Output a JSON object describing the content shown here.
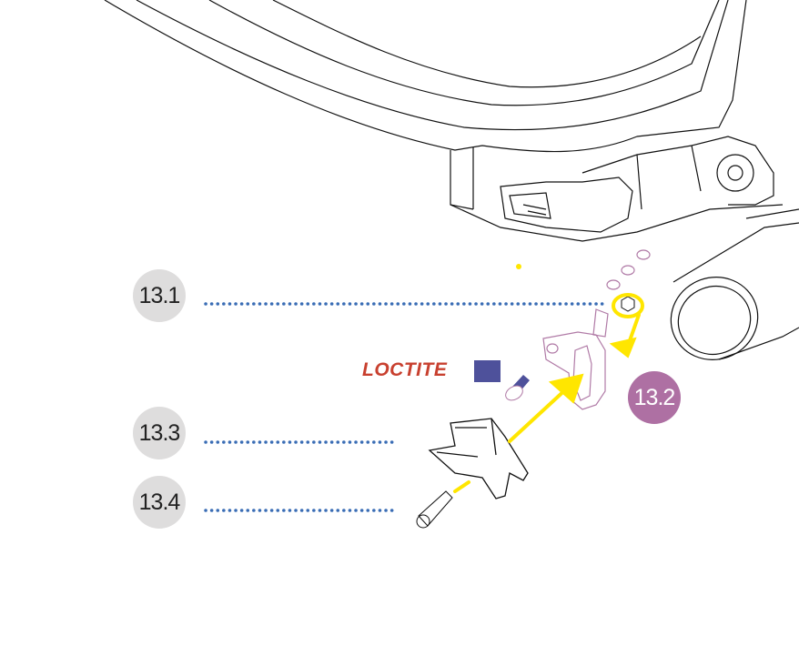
{
  "callouts": {
    "c1": "13.1",
    "c2": "13.2",
    "c3": "13.3",
    "c4": "13.4"
  },
  "loctite": {
    "label": "LOCTITE",
    "color": "#4e519b"
  },
  "colors": {
    "leader": "#3a6db5",
    "arrow": "#ffe600",
    "part": "#b07aa6",
    "callout_gray": "#dedddd",
    "callout_purple": "#ae70a3"
  }
}
